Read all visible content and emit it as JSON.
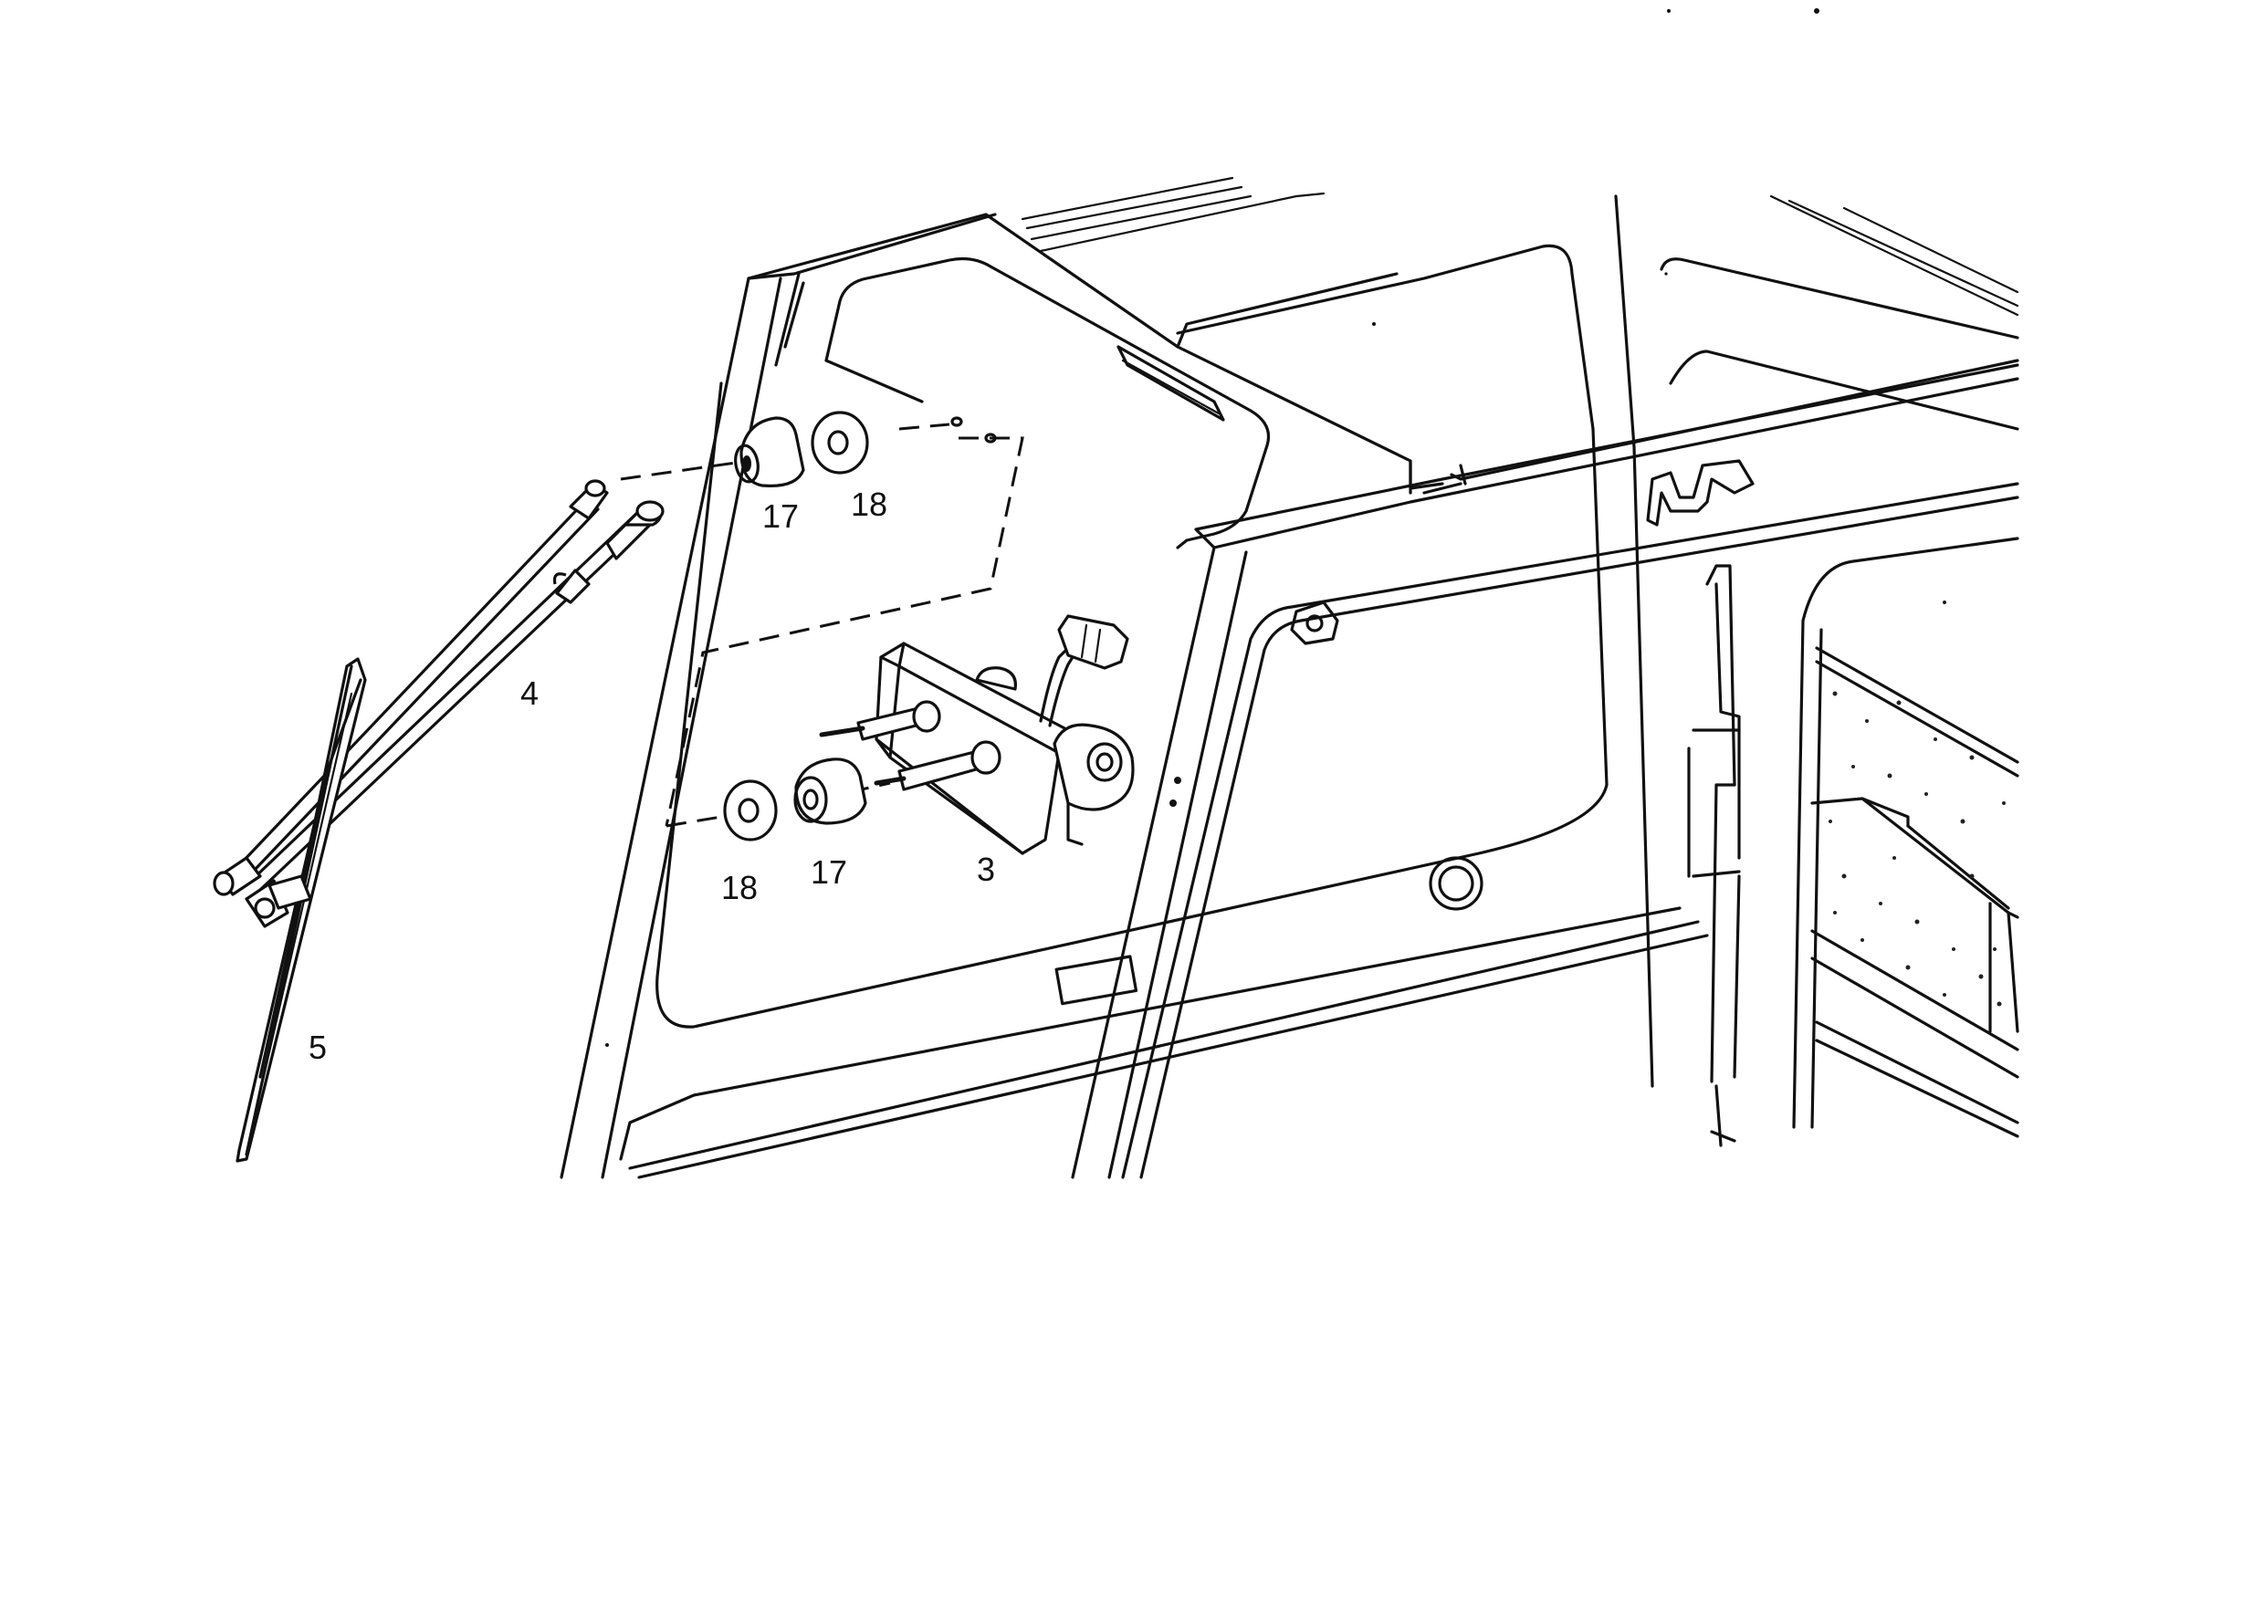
{
  "diagram": {
    "callouts": {
      "p3": "3",
      "p4": "4",
      "p5": "5",
      "p17_upper": "17",
      "p18_upper": "18",
      "p17_lower": "17",
      "p18_lower": "18"
    }
  }
}
